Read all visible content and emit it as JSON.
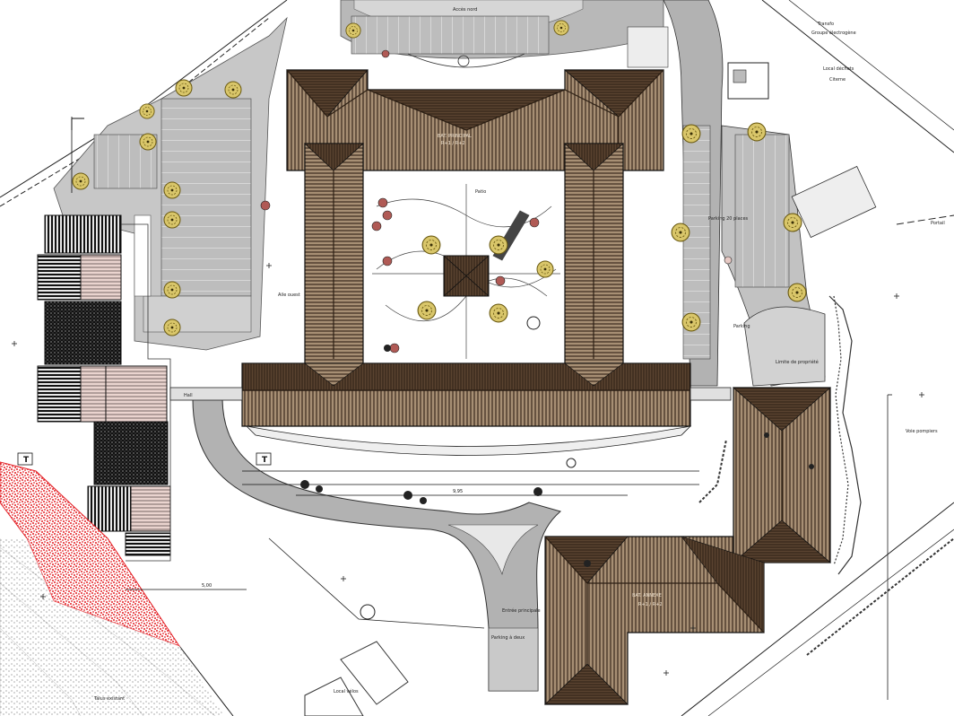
{
  "plan": {
    "section_markers": [
      "T",
      "T"
    ],
    "dimensions": [
      "5,00",
      "9,95"
    ],
    "labels": {
      "top_road": "Accès nord",
      "top_right_1": "Transfo",
      "top_right_2": "Groupe électrogène",
      "top_right_3": "Local déchets",
      "top_right_4": "Citerne",
      "north_building": "BAT. PRINCIPAL",
      "north_building_2": "R+1 / R+2",
      "courtyard": "Patio",
      "parking_right": "Parking 20 places",
      "parking_right_2": "Parking",
      "right_edge_1": "Portail",
      "right_edge_2": "Voie pompiers",
      "right_edge_3": "Limite de propriété",
      "wing_label": "Aile ouest",
      "se_building": "BAT. ANNEXE",
      "se_building_2": "R+1 / R+2",
      "main_access": "Entrée principale",
      "parking_south": "Parking à deux",
      "bottom_box": "Local vélos",
      "bottom_left": "Talus existant",
      "nw_hall": "Hall"
    }
  },
  "colors": {
    "roof_dark": "#4a3626",
    "roof_light": "#a78f74",
    "roof_ridge": "#2c1f14",
    "paving_gray": "#bdbdbd",
    "road_gray": "#a6a6a6",
    "hatch_pink": "#ead4cf",
    "tree_yellow": "#c7b24a",
    "red_hatch": "#e31e24"
  },
  "icons": [
    "tree-symbol-icon",
    "shrub-symbol-icon",
    "north-arrow-icon"
  ]
}
